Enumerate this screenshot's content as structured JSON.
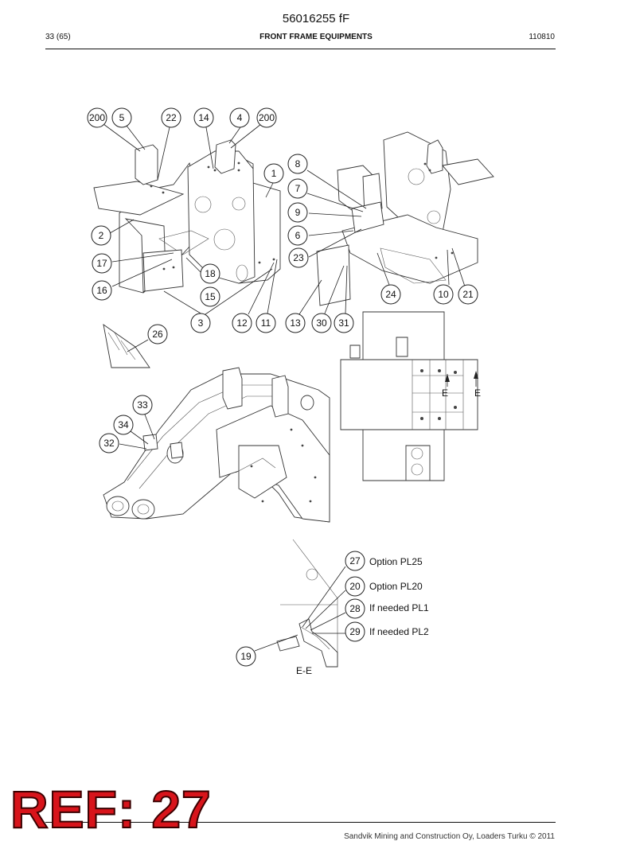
{
  "header": {
    "doc_number": "56016255 fF",
    "page": "33 (65)",
    "section_title": "FRONT FRAME EQUIPMENTS",
    "date_code": "110810"
  },
  "drawing": {
    "callouts": [
      "200",
      "5",
      "22",
      "14",
      "4",
      "200",
      "1",
      "8",
      "7",
      "9",
      "2",
      "6",
      "17",
      "23",
      "18",
      "16",
      "15",
      "24",
      "10",
      "21",
      "3",
      "12",
      "11",
      "13",
      "30",
      "31",
      "26",
      "33",
      "34",
      "32",
      "27",
      "20",
      "28",
      "29",
      "19"
    ],
    "section_marks": [
      "E",
      "E"
    ],
    "section_view_label": "E-E",
    "notes": [
      "Option PL25",
      "Option PL20",
      "If needed PL1",
      "If needed PL2"
    ]
  },
  "stamp": {
    "text": "REF: 27"
  },
  "footer": {
    "text": "Sandvik Mining and Construction Oy, Loaders Turku © 2011"
  }
}
